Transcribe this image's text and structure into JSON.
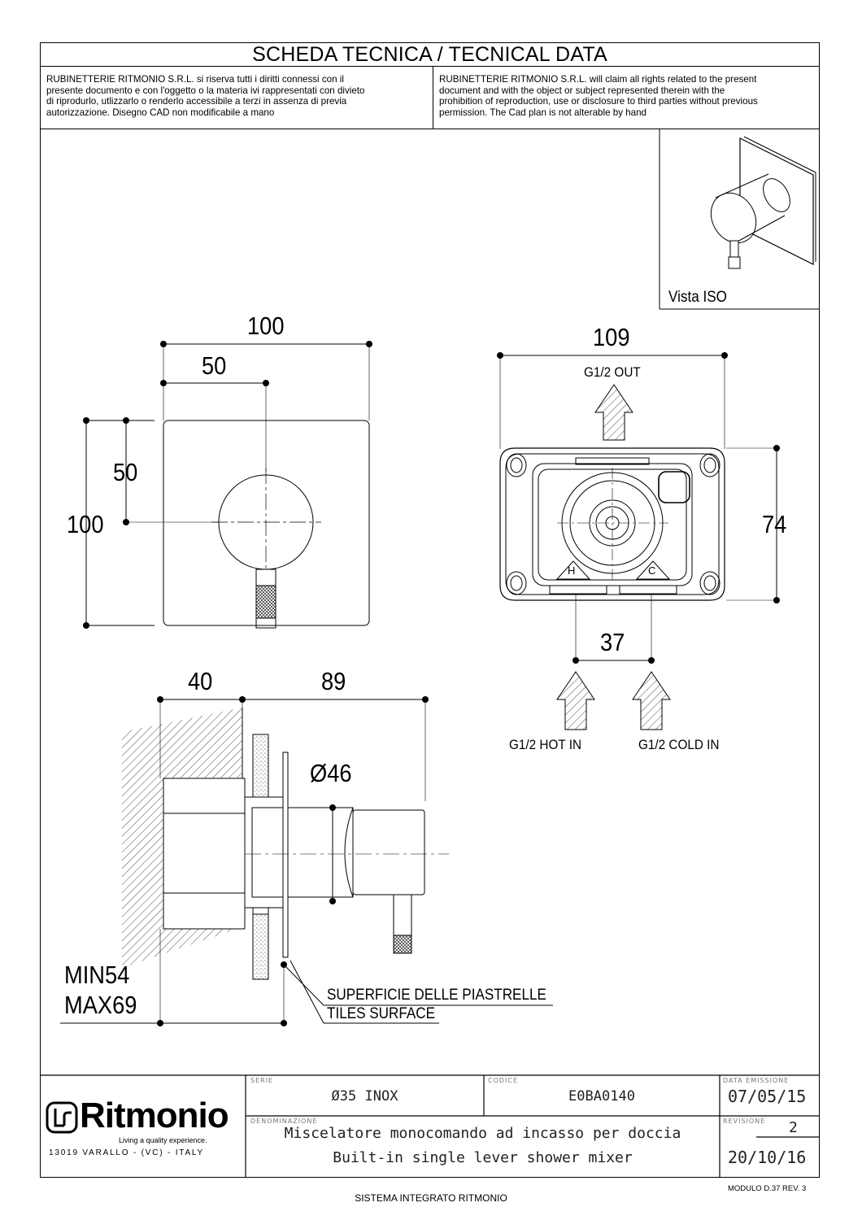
{
  "header": {
    "title": "SCHEDA TECNICA / TECNICAL DATA",
    "legal_it": "RUBINETTERIE RITMONIO S.R.L. si riserva tutti i diritti connessi con il\npresente documento e con l'oggetto o la materia ivi rappresentati con divieto\ndi riprodurlo, utlizzarlo o renderlo accessibile a terzi in assenza di previa\nautorizzazione. Disegno CAD non modificabile a mano",
    "legal_en": "RUBINETTERIE RITMONIO S.R.L. will claim all rights related to the present\ndocument and with the object or subject represented therein with the\nprohibition  of reproduction, use or disclosure to third parties without previous\npermission.  The Cad plan is not alterable by hand"
  },
  "iso_view": {
    "label": "Vista ISO"
  },
  "front_view": {
    "width_total": "100",
    "width_half": "50",
    "height_half": "50",
    "height_total": "100"
  },
  "back_view": {
    "width": "109",
    "height": "74",
    "inlet_spacing": "37",
    "outlet_label": "G1/2 OUT",
    "hot_label": "G1/2 HOT IN",
    "cold_label": "G1/2 COLD IN",
    "hot_marker": "H",
    "cold_marker": "C"
  },
  "side_view": {
    "depth_wall": "40",
    "depth_out": "89",
    "diameter": "Ø46",
    "min_depth": "MIN54",
    "max_depth": "MAX69",
    "surface_it": "SUPERFICIE DELLE PIASTRELLE",
    "surface_en": "TILES SURFACE"
  },
  "title_block": {
    "brand": "Ritmonio",
    "tagline": "Living a quality experience.",
    "address": "13019 VARALLO - (VC) - ITALY",
    "serie_caption": "SERIE",
    "serie_value": "Ø35 INOX",
    "codice_caption": "CODICE",
    "codice_value": "E0BA0140",
    "data_caption": "DATA EMISSIONE",
    "data_value": "07/05/15",
    "denominazione_caption": "DENOMINAZIONE",
    "name_it": "Miscelatore monocomando ad incasso per doccia",
    "name_en": "Built-in single lever shower mixer",
    "revisione_caption": "REVISIONE",
    "revisione_value": "2",
    "revisione_date": "20/10/16"
  },
  "footer": {
    "modulo": "MODULO D.37 REV. 3",
    "system": "SISTEMA INTEGRATO RITMONIO"
  }
}
